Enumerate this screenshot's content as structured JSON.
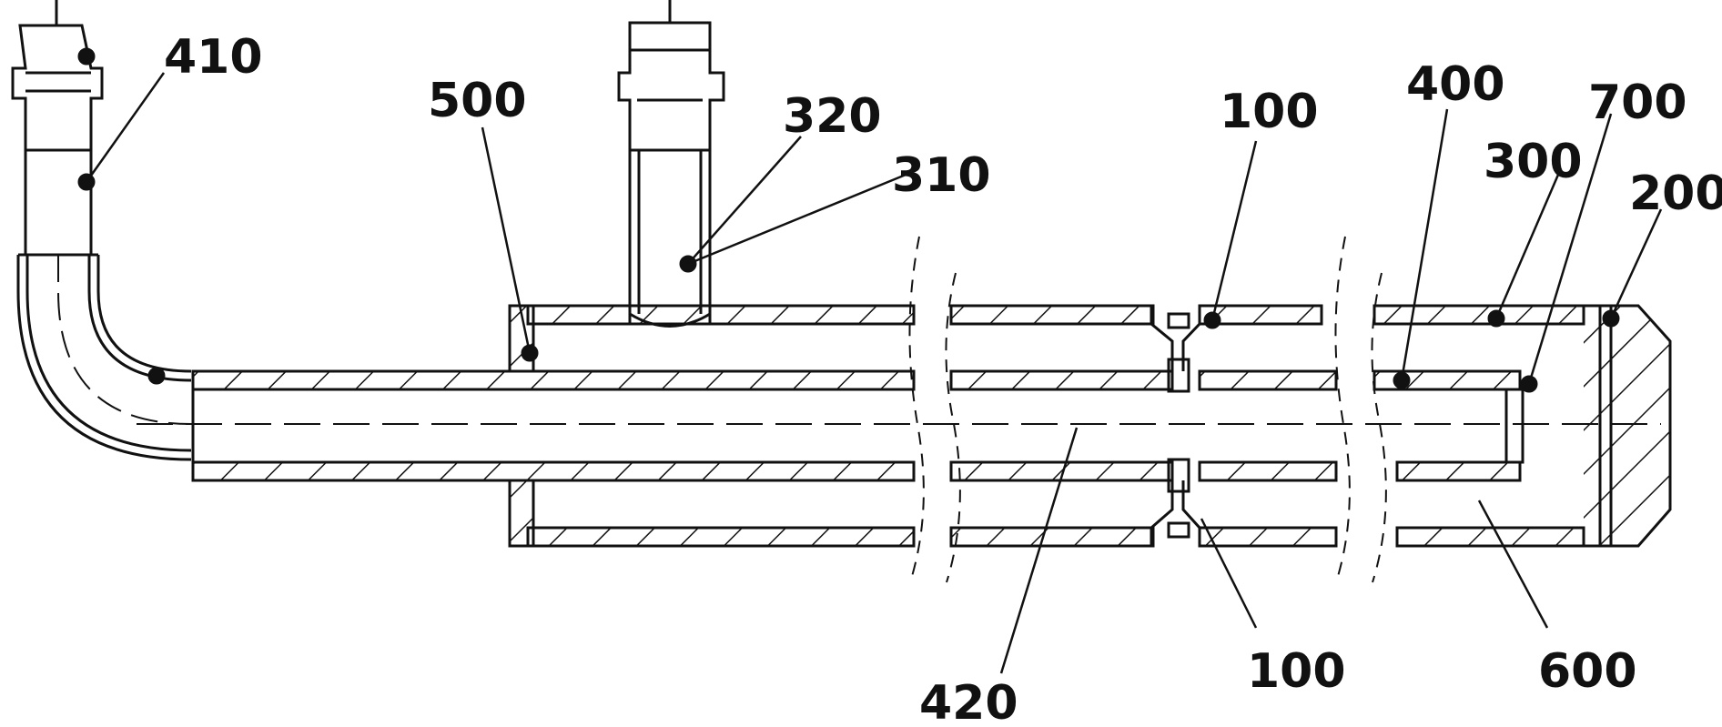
{
  "labels": {
    "l410": "410",
    "l500": "500",
    "l320": "320",
    "l310": "310",
    "l100_top": "100",
    "l400": "400",
    "l700": "700",
    "l300": "300",
    "l200": "200",
    "l420": "420",
    "l100_bottom": "100",
    "l600": "600"
  },
  "colors": {
    "line": "#111111",
    "hatch": "#111111",
    "background": "#ffffff"
  }
}
